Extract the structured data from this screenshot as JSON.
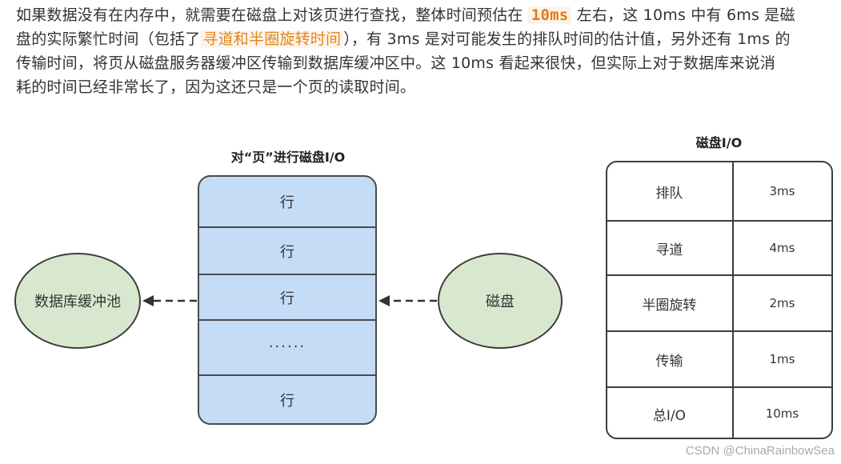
{
  "paragraph": {
    "line1_a": "如果数据没有在内存中，就需要在磁盘上对该页进行查找，整体时间预估在 ",
    "line1_code": "10ms",
    "line1_b": " 左右，这 10ms 中有 6ms 是磁",
    "line2_a": "盘的实际繁忙时间（包括了",
    "line2_hl": "寻道和半圈旋转时间",
    "line2_b": "），有 3ms 是对可能发生的排队时间的估计值，另外还有 1ms 的",
    "line3": "传输时间，将页从磁盘服务器缓冲区传输到数据库缓冲区中。这 10ms 看起来很快，但实际上对于数据库来说消",
    "line4": "耗的时间已经非常长了，因为这还只是一个页的读取时间。"
  },
  "diagram": {
    "title": "对“页”进行磁盘I/O",
    "rows": [
      "行",
      "行",
      "行",
      "......",
      "行"
    ],
    "buffer_label": "数据库缓冲池",
    "disk_label": "磁盘"
  },
  "io_table": {
    "title": "磁盘I/O",
    "rows": [
      {
        "name": "排队",
        "time": "3ms"
      },
      {
        "name": "寻道",
        "time": "4ms"
      },
      {
        "name": "半圈旋转",
        "time": "2ms"
      },
      {
        "name": "传输",
        "time": "1ms"
      },
      {
        "name": "总I/O",
        "time": "10ms"
      }
    ]
  },
  "watermark": "CSDN @ChinaRainbowSea",
  "colors": {
    "page_fill": "#c4dcf6",
    "circle_fill": "#d8e8cf",
    "highlight": "#e07b18"
  }
}
